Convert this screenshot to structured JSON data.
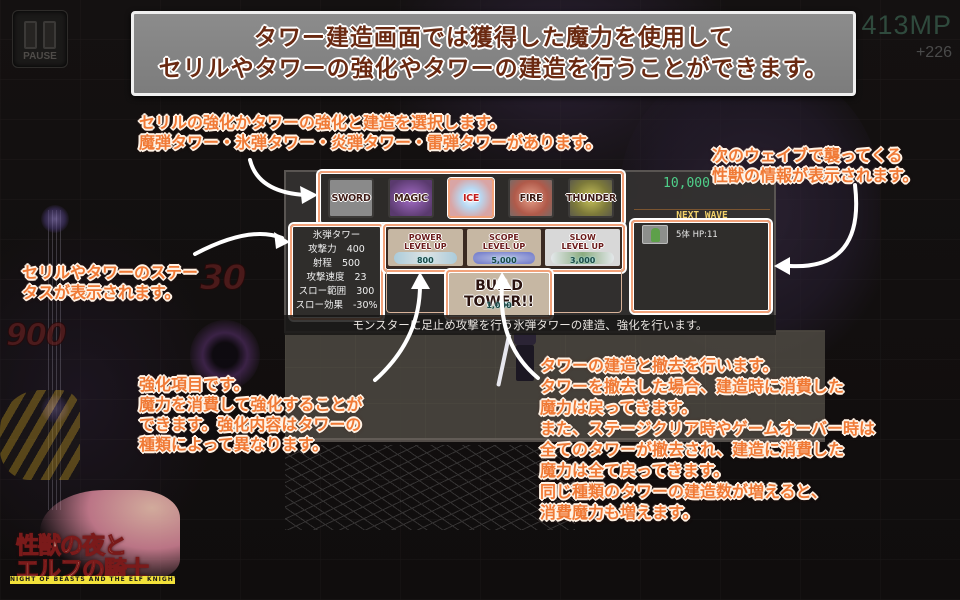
{
  "hud": {
    "pause_label": "PAUSE",
    "mp_value": "413MP",
    "mp_gain": "+226"
  },
  "banner": {
    "line1": "タワー建造画面では獲得した魔力を使用して",
    "line2": "セリルやタワーの強化やタワーの建造を行うことができます。"
  },
  "notes": {
    "tab_select": {
      "line1": "セリルの強化かタワーの強化と建造を選択します。",
      "line2": "魔弾タワー・氷弾タワー・炎弾タワー・雷弾タワーがあります。"
    },
    "next_wave": {
      "line1": "次のウェイブで襲ってくる",
      "line2": "性獣の情報が表示されます。"
    },
    "status": {
      "line1": "セリルやタワーのステー",
      "line2": "タスが表示されます。"
    },
    "upgrades": {
      "line1": "強化項目です。",
      "line2": "魔力を消費して強化することが",
      "line3": "できます。強化内容はタワーの",
      "line4": "種類によって異なります。"
    },
    "build": {
      "line1": "タワーの建造と撤去を行います。",
      "line2": "タワーを撤去した場合、建造時に消費した",
      "line3": "魔力は戻ってきます。",
      "line4": "また、ステージクリア時やゲームオーバー時は",
      "line5": "全てのタワーが撤去され、建造に消費した",
      "line6": "魔力は全て戻ってきます。",
      "line7": "同じ種類のタワーの建造数が増えると、",
      "line8": "消費魔力も増えます。"
    }
  },
  "tower_menu": {
    "tabs": [
      {
        "label": "SWORD",
        "color": "#8a8a8a"
      },
      {
        "label": "MAGIC",
        "color": "#7a4a9a"
      },
      {
        "label": "ICE",
        "color": "#d9a5a5",
        "active": true
      },
      {
        "label": "FIRE",
        "color": "#b05a4a"
      },
      {
        "label": "THUNDER",
        "color": "#7d7a3a"
      }
    ],
    "stats": {
      "title": "氷弾タワー",
      "rows": [
        {
          "label": "攻撃力",
          "value": "400"
        },
        {
          "label": "射程",
          "value": "500"
        },
        {
          "label": "攻撃速度",
          "value": "23"
        },
        {
          "label": "スロー範囲",
          "value": "300"
        },
        {
          "label": "スロー効果",
          "value": "-30%"
        }
      ]
    },
    "upgrades": [
      {
        "line1": "POWER",
        "line2": "LEVEL UP",
        "cost": "800"
      },
      {
        "line1": "SCOPE",
        "line2": "LEVEL UP",
        "cost": "5,000"
      },
      {
        "line1": "SLOW",
        "line2": "LEVEL UP",
        "cost": "3,000"
      }
    ],
    "build": {
      "line1": "BUILD",
      "line2": "TOWER!!",
      "cost": "1,000"
    },
    "mp_total": "10,000",
    "next_wave": {
      "title": "NEXT WAVE",
      "enemy_info": "5体 HP:11"
    },
    "footer": "モンスターに足止め攻撃を行う氷弾タワーの建造、強化を行います。"
  },
  "background": {
    "damage_numbers": [
      "30",
      "900"
    ]
  },
  "logo": {
    "line1": "性獣の夜と",
    "line2": "エルフの騎士",
    "subtitle": "NIGHT OF BEASTS AND THE ELF KNIGHT"
  }
}
